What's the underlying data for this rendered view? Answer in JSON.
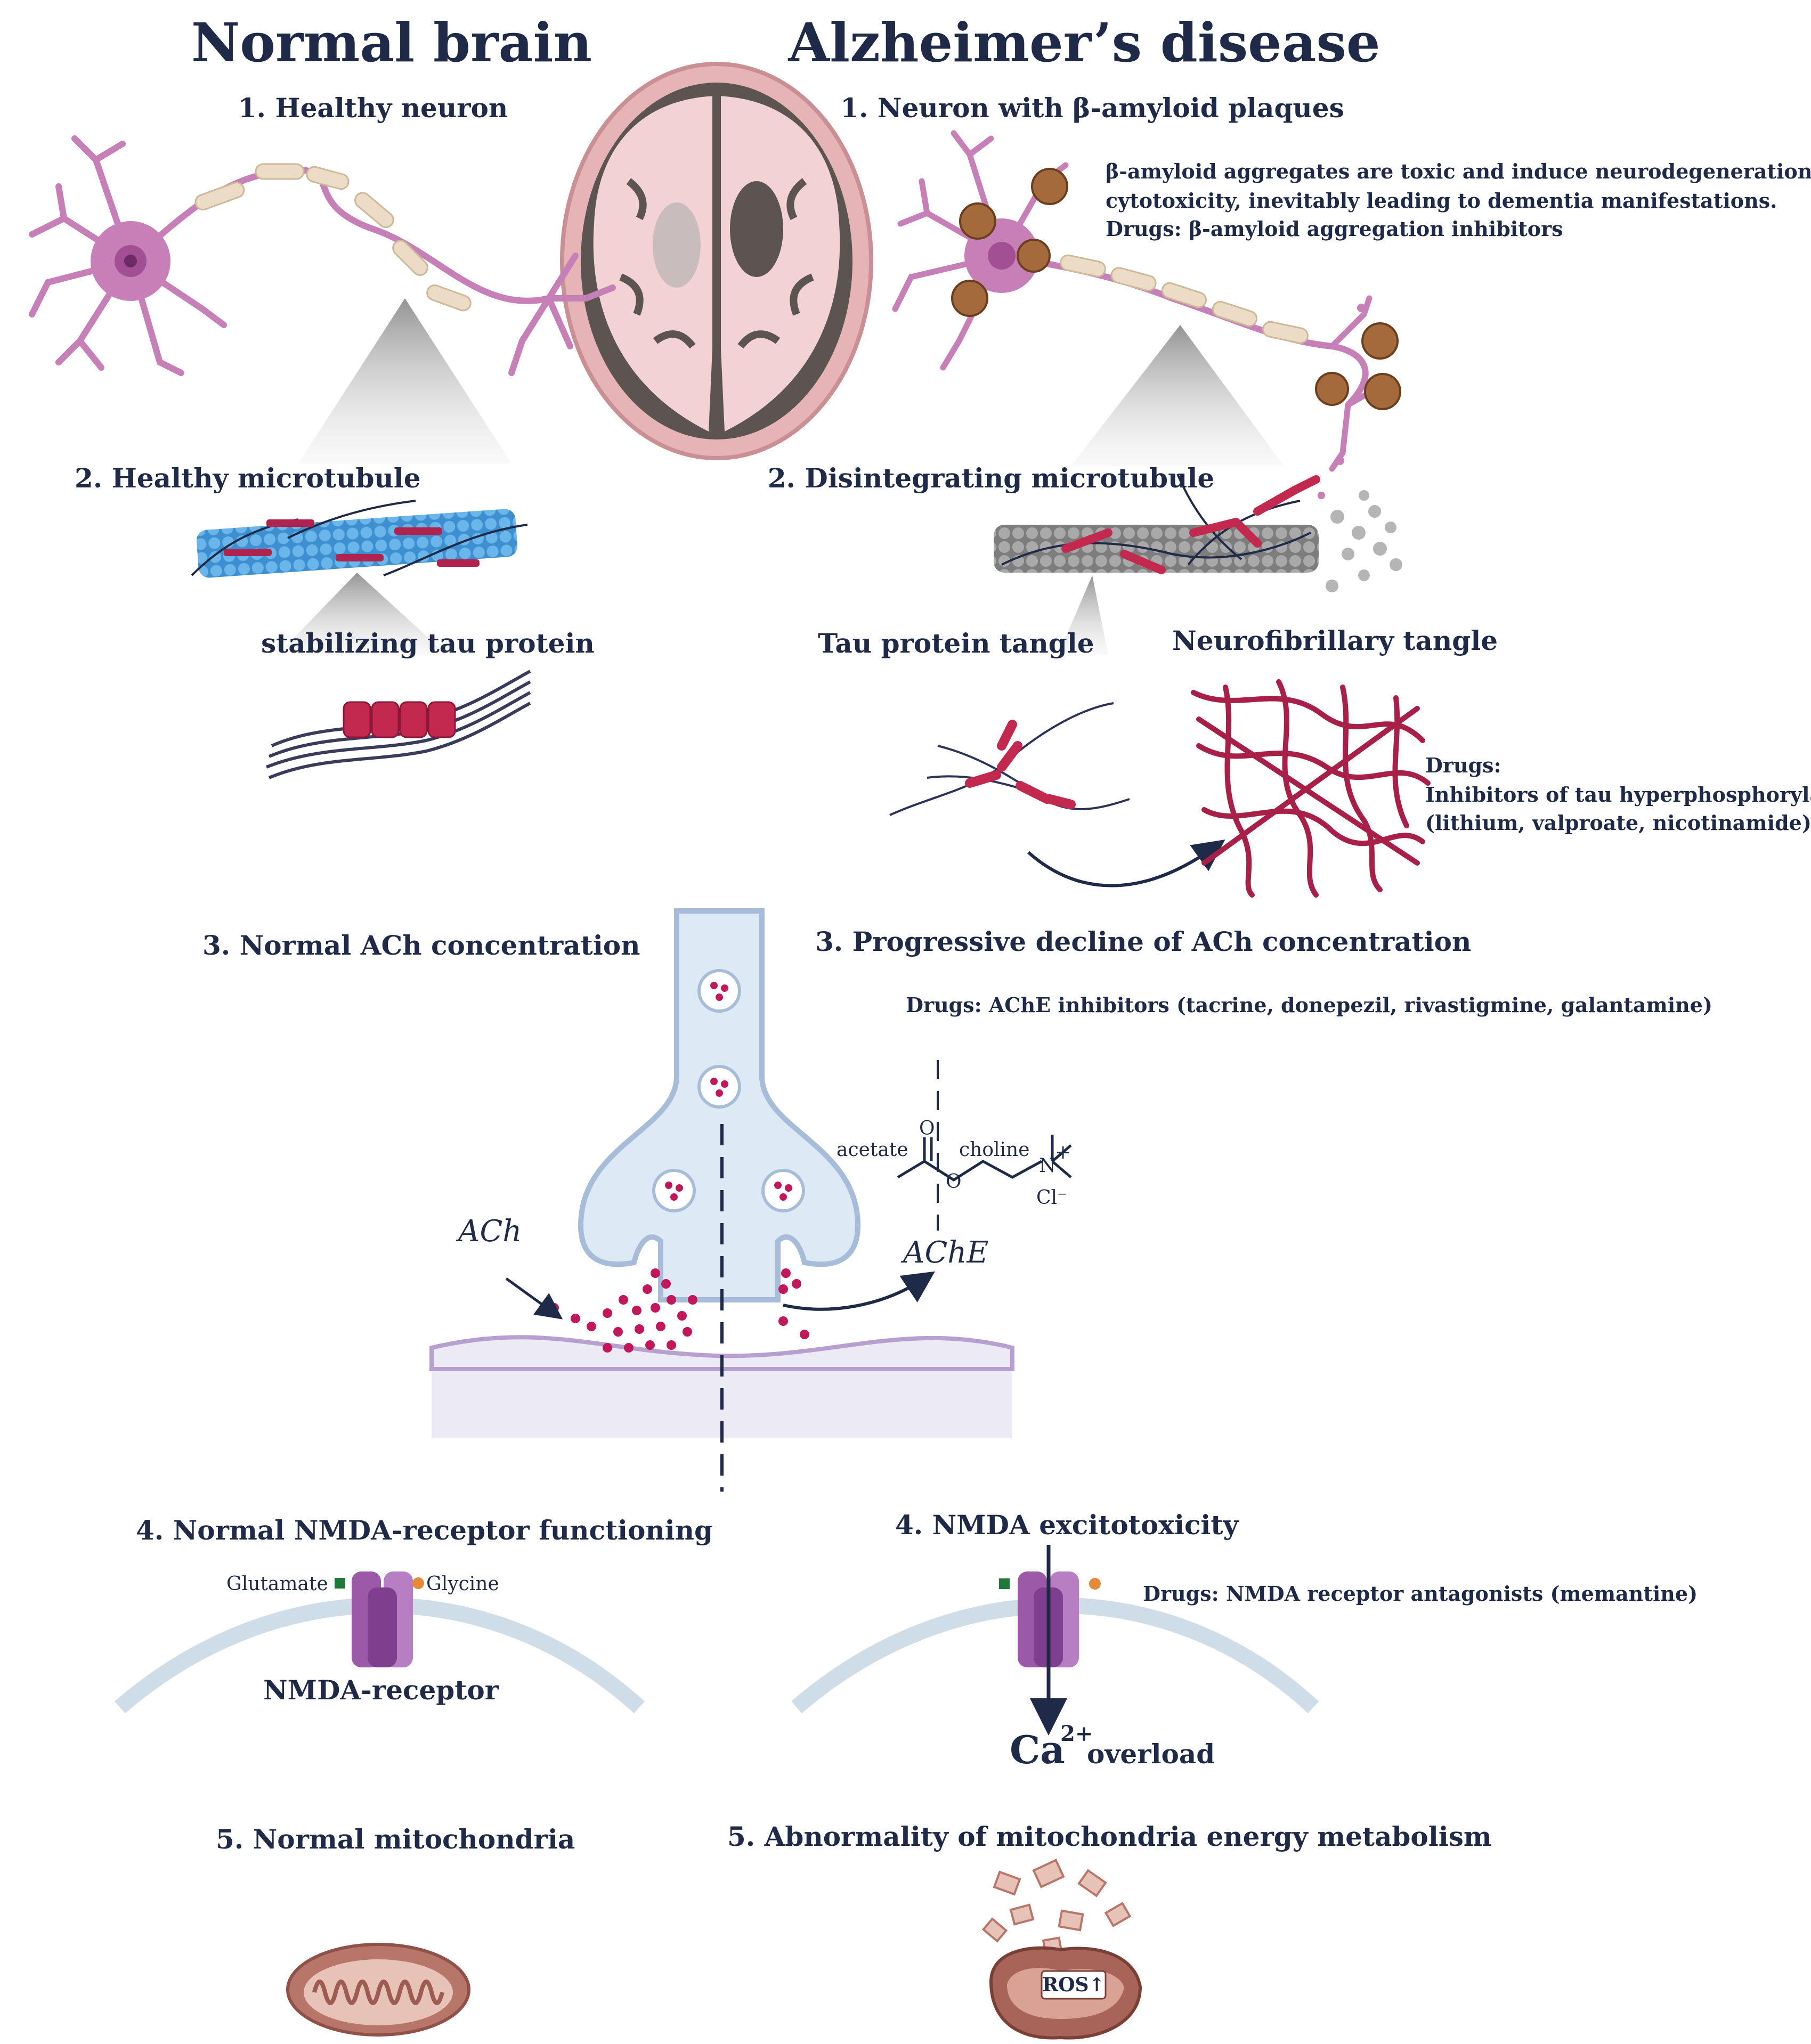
{
  "titles": {
    "normal": "Normal brain",
    "alzheimer": "Alzheimer’s disease"
  },
  "normal": {
    "s1": "1. Healthy neuron",
    "s2": "2. Healthy microtubule",
    "tau": "stabilizing tau protein",
    "s3": "3. Normal ACh concentration",
    "s4": "4. Normal NMDA-receptor functioning",
    "glutamate": "Glutamate",
    "glycine": "Glycine",
    "nmda_receptor": "NMDA-receptor",
    "s5": "5. Normal mitochondria"
  },
  "ad": {
    "s1": "1. Neuron with β-amyloid plaques",
    "amyloid_note": [
      "β-amyloid aggregates are toxic and induce neurodegeneration,",
      "cytotoxicity, inevitably leading to dementia manifestations.",
      "Drugs: β-amyloid aggregation inhibitors"
    ],
    "s2": "2. Disintegrating microtubule",
    "tau_tangle": "Tau protein tangle",
    "nf_tangle": "Neurofibrillary tangle",
    "tau_drugs": [
      "Drugs:",
      "Inhibitors of tau hyperphosphorylation",
      "(lithium, valproate, nicotinamide)"
    ],
    "s3": "3. Progressive decline of ACh concentration",
    "ache_drugs": "Drugs: AChE inhibitors (tacrine, donepezil, rivastigmine, galantamine)",
    "acetate": "acetate",
    "choline": "choline",
    "ach": "ACh",
    "ache": "AChE",
    "s4": "4. NMDA excitotoxicity",
    "nmda_drugs": "Drugs: NMDA receptor antagonists (memantine)",
    "ca": "Ca",
    "ca_charge": "2+",
    "overload": "overload",
    "s5": "5. Abnormality of mitochondria energy metabolism",
    "ros": "ROS↑"
  },
  "molecule": {
    "o": "O",
    "n": "N",
    "plus": "+",
    "cl": "Cl⁻"
  },
  "colors": {
    "text": "#1f2a48",
    "neuron": "#c77fb7",
    "myelin": "#ecdcc6",
    "tau": "#b0234e",
    "microtubule": "#4a9fd8",
    "dead_tubule": "#8f8f8f",
    "synapse": "#dde9f5",
    "synapse_edge": "#a7bcd8",
    "ach_dot": "#c2185b",
    "membrane": "#cfdde9",
    "receptor": "#9b59a8",
    "glutamate": "#1f7a3a",
    "glycine": "#e58a3a",
    "mito": "#b8756a",
    "plaque": "#a56a3c",
    "brain": "#e9bdbf"
  }
}
